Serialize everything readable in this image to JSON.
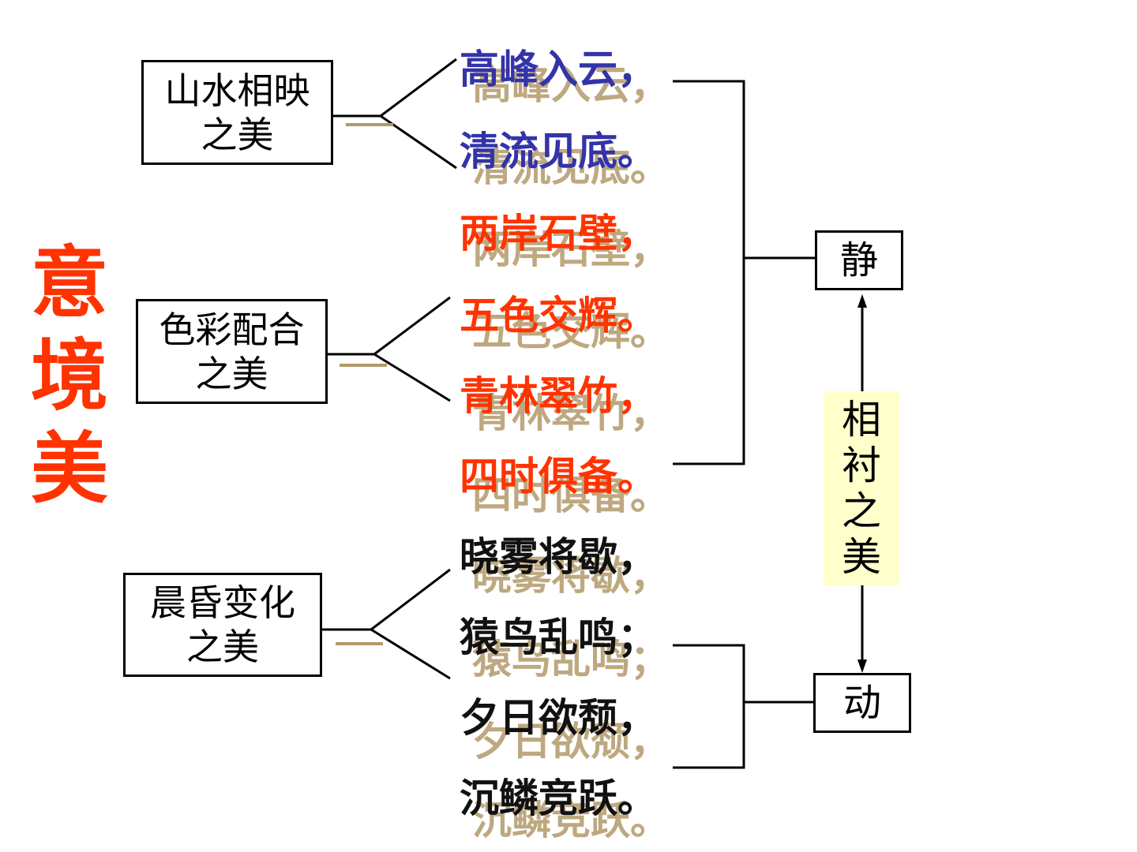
{
  "title": [
    "意",
    "境",
    "美"
  ],
  "categories": [
    {
      "line1": "山水相映",
      "line2": "之美"
    },
    {
      "line1": "色彩配合",
      "line2": "之美"
    },
    {
      "line1": "晨昏变化",
      "line2": "之美"
    }
  ],
  "verses": [
    {
      "text": "高峰入云，",
      "color": "#3333aa"
    },
    {
      "text": "清流见底。",
      "color": "#3333aa"
    },
    {
      "text": "两岸石壁，",
      "color": "#ff3300"
    },
    {
      "text": "五色交辉。",
      "color": "#ff3300"
    },
    {
      "text": "青林翠竹，",
      "color": "#ff3300"
    },
    {
      "text": "四时俱备。",
      "color": "#ff3300"
    },
    {
      "text": "晓雾将歇，",
      "color": "#111111"
    },
    {
      "text": "猿鸟乱鸣；",
      "color": "#111111"
    },
    {
      "text": "夕日欲颓，",
      "color": "#111111"
    },
    {
      "text": "沉鳞竞跃。",
      "color": "#111111"
    }
  ],
  "still": "静",
  "moving": "动",
  "contrast": [
    "相",
    "衬",
    "之",
    "美"
  ]
}
